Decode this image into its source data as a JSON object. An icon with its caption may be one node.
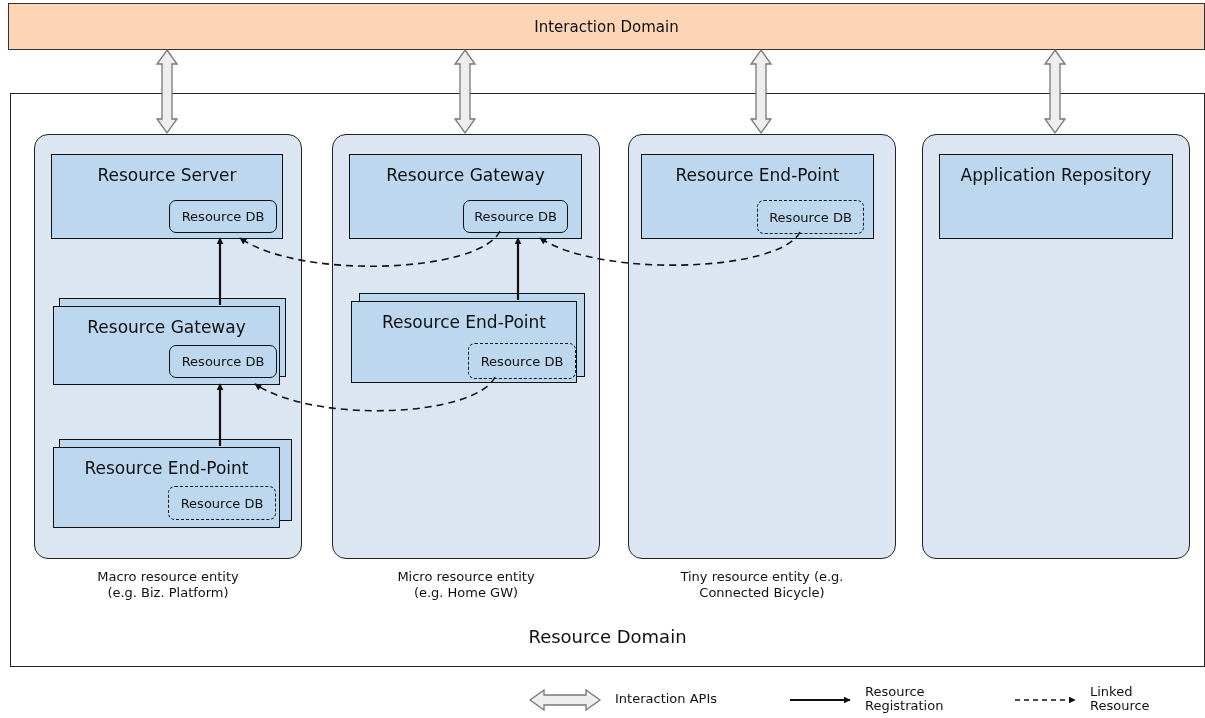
{
  "diagram": {
    "nodes": [
      {
        "text": [
          "Interaction Domain"
        ]
      },
      {
        "text": [
          "Resource Domain"
        ]
      },
      {
        "text": [
          "Macro resource entity (e.g. Biz. Platform)"
        ],
        "in": 1
      },
      {
        "text": [
          "Resource Server"
        ],
        "in": 2
      },
      {
        "text": [
          "Resource DB"
        ],
        "in": 3
      },
      {
        "text": [
          "Resource Gateway"
        ],
        "in": 2
      },
      {
        "text": [
          "Resource DB"
        ],
        "in": 5
      },
      {
        "text": [
          "Resource End-Point"
        ],
        "in": 2
      },
      {
        "text": [
          "Resource DB"
        ],
        "in": 7
      },
      {
        "text": [
          "Micro resource entity (e.g. Home GW)"
        ],
        "in": 1
      },
      {
        "text": [
          "Resource Gateway"
        ],
        "in": 9
      },
      {
        "text": [
          "Resource DB"
        ],
        "in": 10
      },
      {
        "text": [
          "Resource End-Point"
        ],
        "in": 9
      },
      {
        "text": [
          "Resource DB"
        ],
        "in": 12
      },
      {
        "text": [
          "Tiny resource entity (e.g. Connected Bicycle)"
        ],
        "in": 1
      },
      {
        "text": [
          "Resource End-Point"
        ],
        "in": 14
      },
      {
        "text": [
          "Resource DB"
        ],
        "in": 15
      },
      {
        "text": [],
        "shape": "box",
        "in": 1
      },
      {
        "text": [
          "Application Repository"
        ],
        "in": 17
      }
    ],
    "edges": [
      {
        "from": 0,
        "to": 2,
        "arrow": "both",
        "style": "thick"
      },
      {
        "from": 0,
        "to": 9,
        "arrow": "both",
        "style": "thick"
      },
      {
        "from": 0,
        "to": 14,
        "arrow": "both",
        "style": "thick"
      },
      {
        "from": 0,
        "to": 17,
        "arrow": "both",
        "style": "thick"
      },
      {
        "from": 5,
        "to": 3,
        "arrow": "to"
      },
      {
        "from": 7,
        "to": 5,
        "arrow": "to"
      },
      {
        "from": 11,
        "to": 3,
        "arrow": "to",
        "style": "dashed"
      },
      {
        "from": 13,
        "to": 5,
        "arrow": "to",
        "style": "dashed"
      },
      {
        "from": 12,
        "to": 10,
        "arrow": "to"
      },
      {
        "from": 16,
        "to": 10,
        "arrow": "to",
        "style": "dashed"
      }
    ],
    "legend": [
      {
        "text": "Interaction APIs"
      },
      {
        "text": "Resource Registration"
      },
      {
        "text": "Linked Resource"
      }
    ]
  }
}
